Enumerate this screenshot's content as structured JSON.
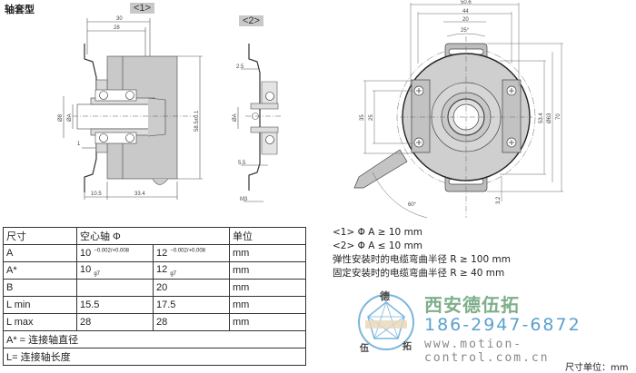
{
  "title": "轴套型",
  "views": {
    "view1_label": "<1>",
    "view2_label": "<2>",
    "view1_dims": [
      "30",
      "28",
      "Ø8",
      "ØA",
      "58.5±0.1",
      "1",
      "10.5",
      "33.4"
    ],
    "view2_dims": [
      "2.5",
      "ØA",
      "5.5",
      "M3"
    ],
    "front_dims": [
      "50.6",
      "44",
      "20",
      "25°",
      "35",
      "25",
      "53.4",
      "Ø63",
      "70",
      "3.2",
      "60°"
    ]
  },
  "table": {
    "header": [
      "尺寸",
      "空心轴 Φ",
      "单位"
    ],
    "rows": [
      {
        "label": "A",
        "v1": "10",
        "v1_tol": "−0.002/+0.008",
        "v2": "12",
        "v2_tol": "−0.002/+0.008",
        "unit": "mm"
      },
      {
        "label": "A*",
        "v1": "10",
        "v1_tol": "g7",
        "v2": "12",
        "v2_tol": "g7",
        "unit": "mm"
      },
      {
        "label": "B",
        "v1": "",
        "v2": "20",
        "unit": "mm"
      },
      {
        "label": "L min",
        "v1": "15.5",
        "v2": "17.5",
        "unit": "mm"
      },
      {
        "label": "L max",
        "v1": "28",
        "v2": "28",
        "unit": "mm"
      }
    ],
    "notes": [
      "A* = 连接轴直径",
      "L= 连接轴长度"
    ]
  },
  "notes": [
    "<1>  Φ A ≥ 10 mm",
    "<2>  Φ A ≤ 10 mm",
    "弹性安装时的电缆弯曲半径 R ≥ 100 mm",
    "固定安装时的电缆弯曲半径 R ≥ 40 mm"
  ],
  "watermark": {
    "company": "西安德伍拓",
    "phone": "186-2947-6872",
    "url": "www.motion-control.com.cn",
    "logo_chars": [
      "德",
      "伍",
      "拓"
    ],
    "colors": {
      "green": "#7fae8a",
      "blue": "#5aa0d0"
    }
  },
  "unit_note": "尺寸单位：mm"
}
